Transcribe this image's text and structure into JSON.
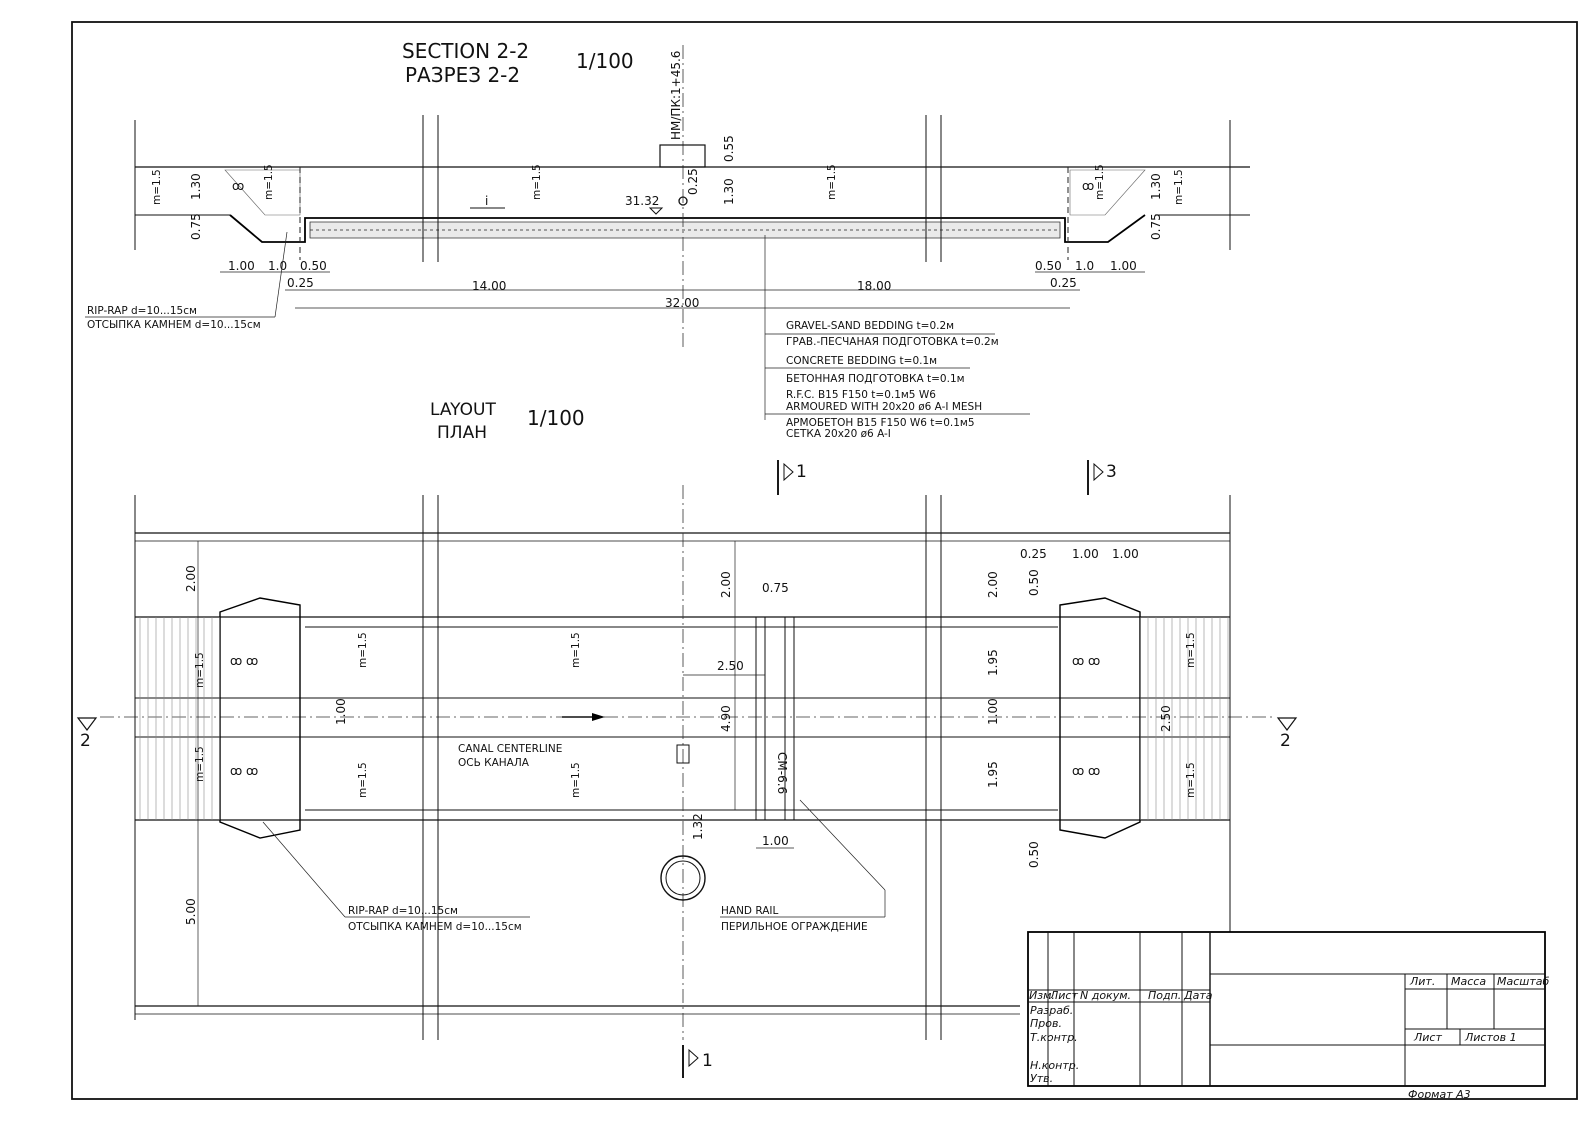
{
  "section": {
    "title_en": "SECTION 2-2",
    "title_ru": "РАЗРЕЗ 2-2",
    "scale": "1/100",
    "station": "НМ/ПК:1+45.6",
    "level": "31.32",
    "flow_label": "i",
    "slopes": [
      "m=1.5",
      "m=1.5",
      "m=1.5",
      "m=1.5",
      "m=1.5",
      "m=1.5"
    ],
    "dims_vertical": [
      "1.30",
      "0.75",
      "0.25",
      "1.30",
      "0.55",
      "1.30",
      "0.75"
    ],
    "dims_left": [
      "1.00",
      "1.0",
      "0.50",
      "0.25"
    ],
    "dims_right": [
      "0.50",
      "1.0",
      "1.00",
      "0.25"
    ],
    "dims_main": [
      "14.00",
      "18.00",
      "32.00"
    ],
    "riprap_en": "RIP-RAP  d=10...15см",
    "riprap_ru": "ОТСЫПКА  КАМНЕМ  d=10...15см",
    "notes": [
      "GRAVEL-SAND  BEDDING  t=0.2м",
      "ГРАВ.-ПЕСЧАНАЯ  ПОДГОТОВКА  t=0.2м",
      "CONCRETE  BEDDING  t=0.1м",
      "БЕТОННАЯ  ПОДГОТОВКА  t=0.1м",
      "R.F.C.  B15  F150  t=0.1м5  W6",
      "ARMOURED  WITH  20x20  ø6  A-I  MESH",
      "АРМОБЕТОН  B15  F150  W6  t=0.1м5",
      "СЕТКА  20x20  ø6  A-I"
    ]
  },
  "layout": {
    "title_en": "LAYOUT",
    "title_ru": "ПЛАН",
    "scale": "1/100",
    "cut_marks": [
      "1",
      "3",
      "1",
      "2",
      "2"
    ],
    "slopes": [
      "m=1.5",
      "m=1.5",
      "m=1.5",
      "m=1.5",
      "m=1.5",
      "m=1.5",
      "m=1.5",
      "m=1.5"
    ],
    "dims": {
      "left": [
        "2.00",
        "1.00",
        "5.00"
      ],
      "center": [
        "2.00",
        "0.75",
        "2.50",
        "4.90",
        "1.32",
        "1.00"
      ],
      "right": [
        "0.25",
        "1.00",
        "1.00",
        "0.50",
        "2.00",
        "1.95",
        "1.00",
        "1.95",
        "2.50",
        "0.50"
      ]
    },
    "centerline_en": "CANAL  CENTERLINE",
    "centerline_ru": "ОСЬ  КАНАЛА",
    "marker": "CM-6.6",
    "riprap_en": "RIP-RAP  d=10...15см",
    "riprap_ru": "ОТСЫПКА  КАМНЕМ  d=10...15см",
    "handrail_en": "HAND  RAIL",
    "handrail_ru": "ПЕРИЛЬНОЕ  ОГРАЖДЕНИЕ"
  },
  "titleblock": {
    "cols": [
      "Изм.",
      "Лист",
      "N  докум.",
      "Подп.",
      "Дата"
    ],
    "rows": [
      "Разраб.",
      "Пров.",
      "Т.контр.",
      "Н.контр.",
      "Утв."
    ],
    "lit": "Лит.",
    "mass": "Масса",
    "scale": "Масштаб",
    "sheet": "Лист",
    "sheets": "Листов  1",
    "format": "Формат  А3"
  }
}
